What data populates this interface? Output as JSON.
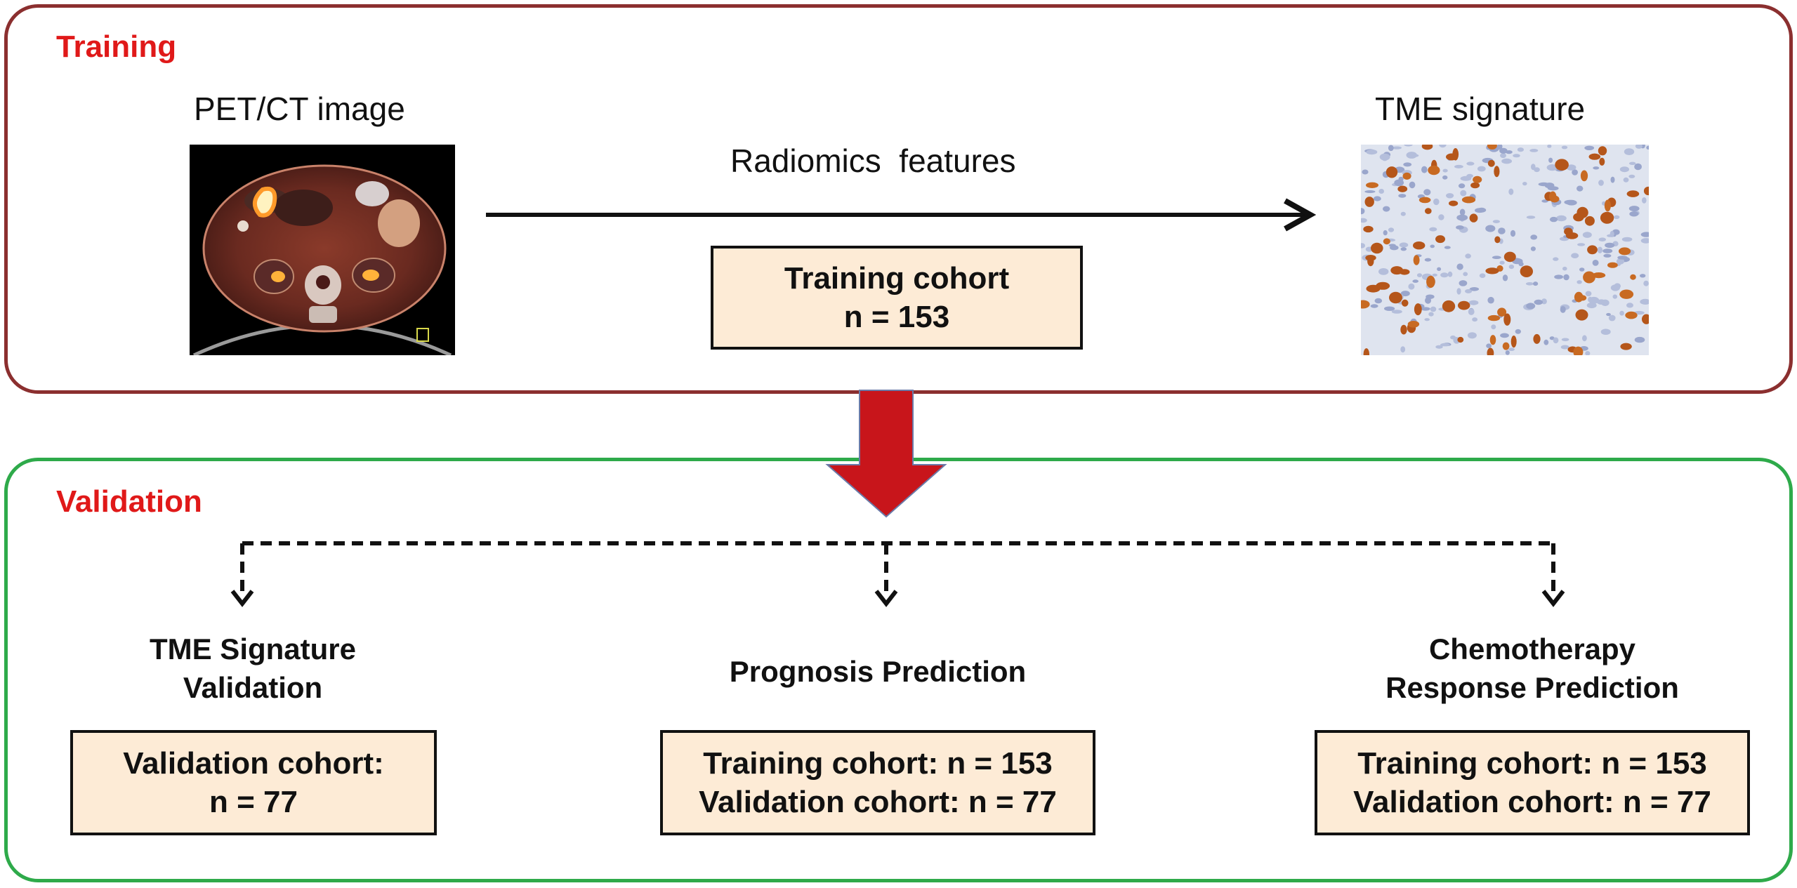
{
  "training": {
    "title": "Training",
    "petct_label": "PET/CT image",
    "tme_label": "TME signature",
    "arrow_label": "Radiomics  features",
    "cohort_box": {
      "line1": "Training cohort",
      "line2": "n = 153"
    }
  },
  "validation": {
    "title": "Validation",
    "branches": [
      {
        "heading_line1": "TME Signature",
        "heading_line2": "Validation",
        "box_line1": "Validation cohort:",
        "box_line2": "n = 77"
      },
      {
        "heading_line1": "Prognosis Prediction",
        "box_line1": "Training cohort: n = 153",
        "box_line2": "Validation cohort: n = 77"
      },
      {
        "heading_line1": "Chemotherapy",
        "heading_line2": "Response Prediction",
        "box_line1": "Training cohort: n = 153",
        "box_line2": "Validation cohort: n = 77"
      }
    ]
  },
  "colors": {
    "training_border": "#8b2f2f",
    "validation_border": "#2eaa4a",
    "section_title": "#e01919",
    "box_fill": "#fdebd6",
    "down_arrow": "#c8151b"
  }
}
